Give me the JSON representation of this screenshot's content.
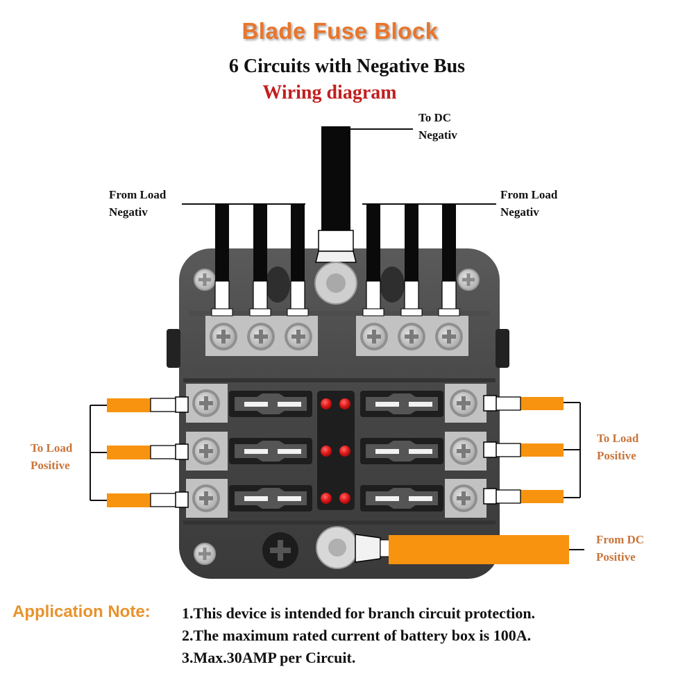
{
  "header": {
    "title": "Blade Fuse Block",
    "subtitle": "6 Circuits with Negative Bus",
    "diagram_label": "Wiring diagram"
  },
  "labels": {
    "to_dc_negative": [
      "To DC",
      "Negativ"
    ],
    "from_load_negative_left": [
      "From Load",
      "Negativ"
    ],
    "from_load_negative_right": [
      "From Load",
      "Negativ"
    ],
    "to_load_positive_left": [
      "To Load",
      "Positive"
    ],
    "to_load_positive_right": [
      "To Load",
      "Positive"
    ],
    "from_dc_positive": [
      "From DC",
      "Positive"
    ]
  },
  "device": {
    "circuits": 6,
    "fuse_rows": 3,
    "fuse_columns": 2,
    "indicator_leds": 6,
    "negative_terminals": 6
  },
  "colors": {
    "title_orange": "#e8762c",
    "wiring_red": "#c21f1f",
    "wire_orange": "#f7930f",
    "wire_black": "#0a0a0a",
    "housing_dark": "#3d3d3d",
    "led_red": "#e01818",
    "label_orange": "#c8743a"
  },
  "application_note": {
    "heading": "Application Note:",
    "items": [
      "1.This device is intended for branch circuit protection.",
      "2.The maximum rated current of battery box is 100A.",
      "3.Max.30AMP per Circuit."
    ]
  }
}
